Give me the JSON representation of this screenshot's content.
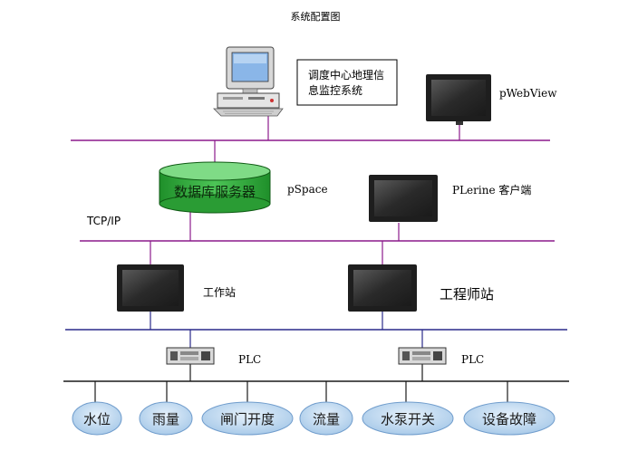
{
  "title": "系统配置图",
  "dispatch_center": "调度中心地理信息监控系统",
  "dispatch_center_lines": [
    "调度中心地理信",
    "息监控系统"
  ],
  "pwebview": "pWebView",
  "database_server": "数据库服务器",
  "pspace": "pSpace",
  "pcline": "PLerine 客户端",
  "tcpip": "TCP/IP",
  "workstation": "工作站",
  "engineer_station": "工程师站",
  "plc_left": "PLC",
  "plc_right": "PLC",
  "field_nodes": [
    "水位",
    "雨量",
    "闸门开度",
    "流量",
    "水泵开关",
    "设备故障"
  ],
  "colors": {
    "bus_line": "#8b1a8b",
    "blue_line": "#2a2a8a",
    "database_fill": "#2fae3a",
    "node_fill": "#b8d6f0",
    "monitor_frame": "#1e1e1e",
    "monitor_screen": "#3a3a3a"
  }
}
